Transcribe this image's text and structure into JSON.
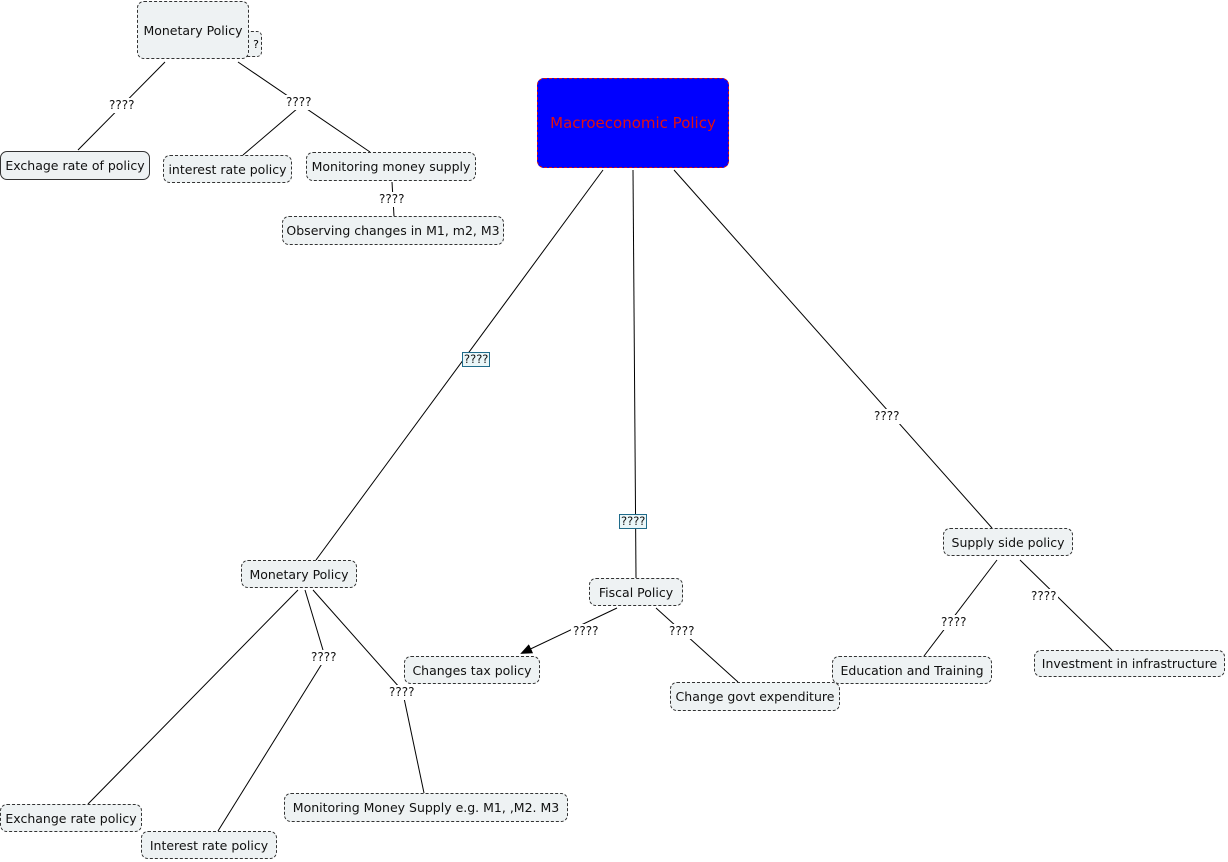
{
  "root": {
    "label": "Macroeconomic Policy",
    "fill": "#0000ff",
    "text_color": "#e01010"
  },
  "top_cluster": {
    "monetary": "Monetary Policy",
    "stub": "?",
    "exchange": "Exchage rate of policy",
    "interest": "interest rate policy",
    "money_supply": "Monitoring money supply",
    "observing": "Observing changes in M1, m2, M3",
    "link1": "????",
    "link2": "????",
    "link3": "????"
  },
  "branches": {
    "link_monetary": "????",
    "link_fiscal": "????",
    "link_supply": "????"
  },
  "monetary": {
    "title": "Monetary Policy",
    "exchange": "Exchange rate policy",
    "interest": "Interest rate policy",
    "money_supply": "Monitoring Money Supply e.g.  M1, ,M2. M3",
    "link_interest": "????",
    "link_money": "????"
  },
  "fiscal": {
    "title": "Fiscal Policy",
    "tax": "Changes tax policy",
    "expenditure": "Change govt expenditure",
    "link_tax": "????",
    "link_exp": "????"
  },
  "supply": {
    "title": "Supply side policy",
    "education": "Education and Training",
    "infrastructure": "Investment in infrastructure",
    "link_edu": "????",
    "link_infra": "????"
  }
}
